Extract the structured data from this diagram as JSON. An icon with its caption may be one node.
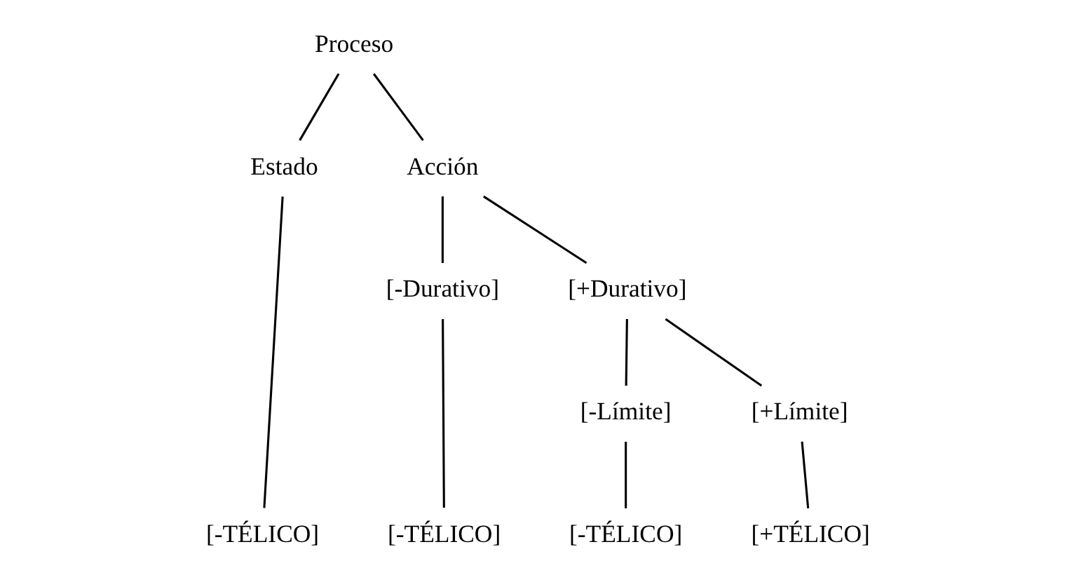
{
  "diagram": {
    "nodes": [
      {
        "text": [
          "Proceso"
        ]
      },
      {
        "text": [
          "Estado"
        ]
      },
      {
        "text": [
          "Acción"
        ]
      },
      {
        "text": [
          "[-Durativo]"
        ]
      },
      {
        "text": [
          "[+Durativo]"
        ]
      },
      {
        "text": [
          "[-Límite]"
        ]
      },
      {
        "text": [
          "[+Límite]"
        ]
      },
      {
        "text": [
          "[-TÉLICO]"
        ]
      },
      {
        "text": [
          "[-TÉLICO]"
        ]
      },
      {
        "text": [
          "[-TÉLICO]"
        ]
      },
      {
        "text": [
          "[+TÉLICO]"
        ]
      }
    ],
    "edges": [
      {
        "from": 0,
        "to": 1,
        "arrow": "none"
      },
      {
        "from": 0,
        "to": 2,
        "arrow": "none"
      },
      {
        "from": 2,
        "to": 3,
        "arrow": "none"
      },
      {
        "from": 2,
        "to": 4,
        "arrow": "none"
      },
      {
        "from": 4,
        "to": 5,
        "arrow": "none"
      },
      {
        "from": 4,
        "to": 6,
        "arrow": "none"
      },
      {
        "from": 1,
        "to": 7,
        "arrow": "none"
      },
      {
        "from": 3,
        "to": 8,
        "arrow": "none"
      },
      {
        "from": 5,
        "to": 9,
        "arrow": "none"
      },
      {
        "from": 6,
        "to": 10,
        "arrow": "none"
      }
    ]
  }
}
